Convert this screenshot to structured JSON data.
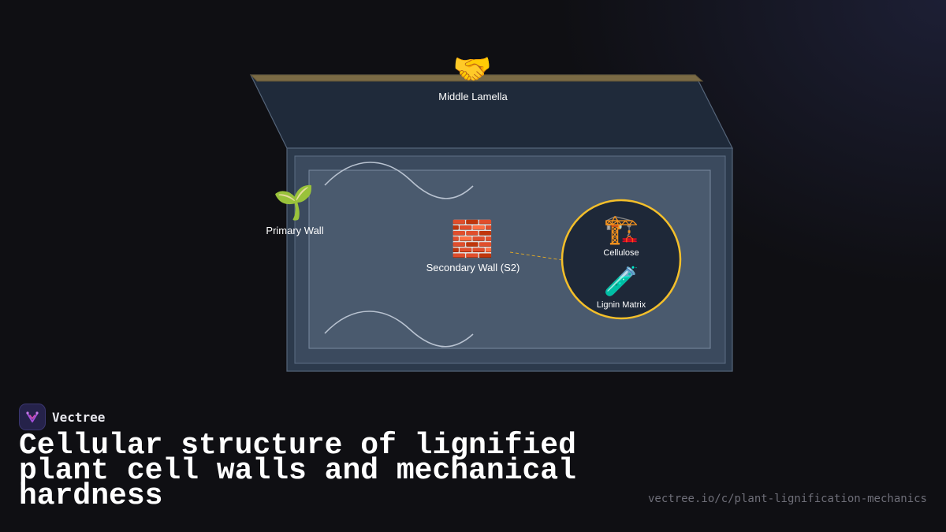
{
  "diagram": {
    "layers": {
      "middle_lamella": {
        "label": "Middle Lamella",
        "icon": "handshake-icon",
        "emoji": "🤝"
      },
      "primary_wall": {
        "label": "Primary Wall",
        "icon": "seedling-icon",
        "emoji": "🌱"
      },
      "secondary_wall": {
        "label": "Secondary Wall (S2)",
        "icon": "bricks-icon",
        "emoji": "🧱"
      }
    },
    "zoom": {
      "cellulose": {
        "label": "Cellulose",
        "icon": "crane-icon",
        "emoji": "🏗️"
      },
      "lignin": {
        "label": "Lignin Matrix",
        "icon": "test-tube-icon",
        "emoji": "🧪"
      }
    },
    "colors": {
      "background": "#0f0f13",
      "lamella": "#7a6a45",
      "box_top": "#1f2a3a",
      "box_front": "#2c3a4c",
      "inner_wall": "#3b4a5e",
      "lumen": "#4a5a6e",
      "zoom_border": "#f4bf2a",
      "zoom_fill": "#1e2838"
    }
  },
  "brand": {
    "name": "Vectree",
    "icon": "vectree-logo-icon"
  },
  "title": "Cellular structure of lignified plant cell walls and mechanical hardness",
  "url": "vectree.io/c/plant-lignification-mechanics"
}
